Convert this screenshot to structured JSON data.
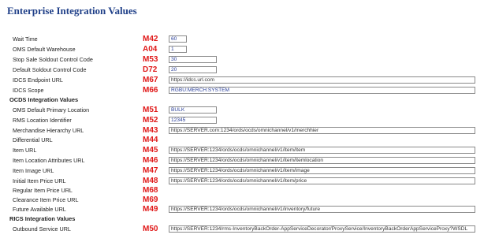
{
  "page": {
    "title": "Enterprise Integration Values"
  },
  "rows": [
    {
      "label": "Wait Time",
      "code": "M42",
      "value": "60"
    },
    {
      "label": "OMS Default Warehouse",
      "code": "A04",
      "value": "1"
    },
    {
      "label": "Stop Sale Soldout Control Code",
      "code": "M53",
      "value": "30"
    },
    {
      "label": "Default Soldout Control Code",
      "code": "D72",
      "value": "20"
    },
    {
      "label": "IDCS Endpoint URL",
      "code": "M67",
      "value": "https://idcs.url.com"
    },
    {
      "label": "IDCS Scope",
      "code": "M66",
      "value": "RGBU:MERCH:SYSTEM"
    },
    {
      "label": "OCDS Integration Values"
    },
    {
      "label": "OMS Default Primary Location",
      "code": "M51",
      "value": "BULK"
    },
    {
      "label": "RMS Location Identifier",
      "code": "M52",
      "value": "12345"
    },
    {
      "label": "Merchandise Hierarchy URL",
      "code": "M43",
      "value": "https://SERVER.com:1234/ords/ocds/omnichannel/v1/merchhier"
    },
    {
      "label": "Differential URL",
      "code": "M44",
      "value": ""
    },
    {
      "label": "Item URL",
      "code": "M45",
      "value": "https://SERVER:1234/ords/ocds/omnichannel/v1/item/item"
    },
    {
      "label": "Item Location Attributes URL",
      "code": "M46",
      "value": "https://SERVER:1234/ords/ocds/omnichannel/v1/item/itemlocation"
    },
    {
      "label": "Item Image URL",
      "code": "M47",
      "value": "https://SERVER:1234/ords/ocds/omnichannel/v1/item/image"
    },
    {
      "label": "Initial Item Price URL",
      "code": "M48",
      "value": "https://SERVER:1234/ords/ocds/omnichannel/v1/item/price"
    },
    {
      "label": "Regular Item Price URL",
      "code": "M68",
      "value": ""
    },
    {
      "label": "Clearance Item Price URL",
      "code": "M69",
      "value": ""
    },
    {
      "label": "Future Available URL",
      "code": "M49",
      "value": "https://SERVER:1234/ords/ocds/omnichannel/v1/inventory/future"
    },
    {
      "label": "RICS Integration Values"
    },
    {
      "label": "Outbound Service URL",
      "code": "M50",
      "value": "https://SERVER:1234/rms-InventoryBackOrder-AppServiceDecorator/ProxyService/InventoryBackOrderAppServiceProxy?WSDL"
    }
  ]
}
